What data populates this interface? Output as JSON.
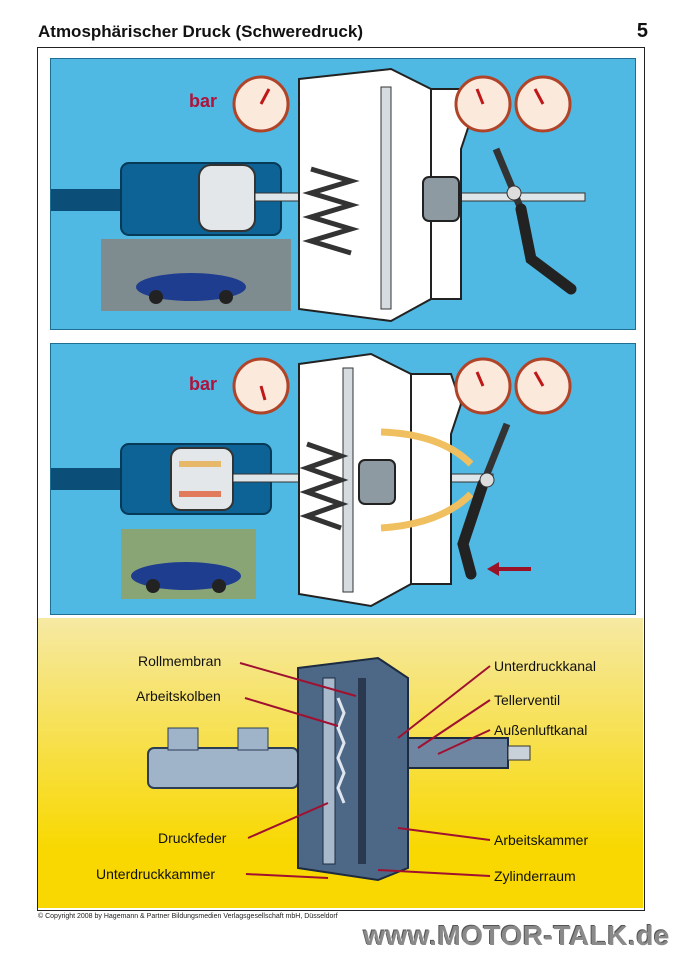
{
  "header": {
    "title": "Atmosphärischer Druck (Schweredruck)",
    "page_number": "5"
  },
  "panel_top": {
    "gauge_unit": "bar"
  },
  "panel_middle": {
    "gauge_unit": "bar"
  },
  "diagram": {
    "labels_left": [
      "Rollmembran",
      "Arbeitskolben",
      "Druckfeder",
      "Unterdruckkammer"
    ],
    "labels_right": [
      "Unterdruckkanal",
      "Tellerventil",
      "Außenluftkanal",
      "Arbeitskammer",
      "Zylinderraum"
    ]
  },
  "footer": {
    "copyright": "© Copyright 2008 by Hagemann & Partner Bildungsmedien Verlagsgesellschaft mbH, Düsseldorf",
    "watermark": "www.MOTOR-TALK.de"
  },
  "colors": {
    "panel_blue": "#4fb8e3",
    "bar_red": "#b0123a",
    "yellow": "#f8d800"
  }
}
